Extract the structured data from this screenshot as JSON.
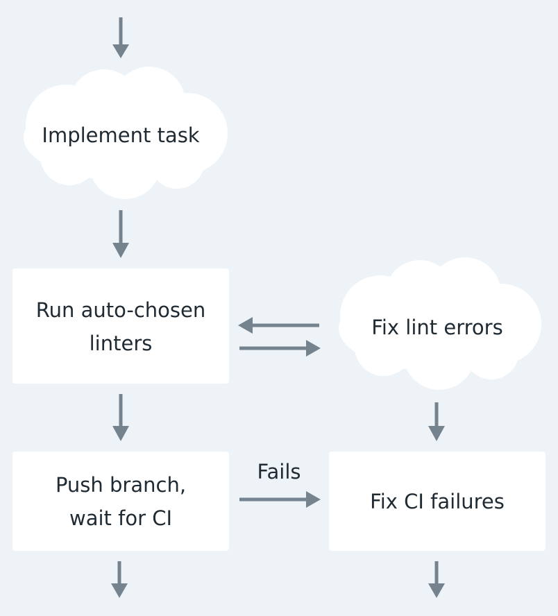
{
  "nodes": {
    "implement_task": {
      "label": "Implement task"
    },
    "run_linters": {
      "line1": "Run auto-chosen",
      "line2": "linters"
    },
    "fix_lint": {
      "label": "Fix lint errors"
    },
    "push_branch": {
      "line1": "Push branch,",
      "line2": "wait for CI"
    },
    "fix_ci": {
      "label": "Fix CI failures"
    }
  },
  "edges": {
    "fails_label": "Fails"
  },
  "colors": {
    "background": "#eef3f7",
    "node_fill": "#ffffff",
    "arrow": "#75838f",
    "text": "#1f2a33"
  }
}
